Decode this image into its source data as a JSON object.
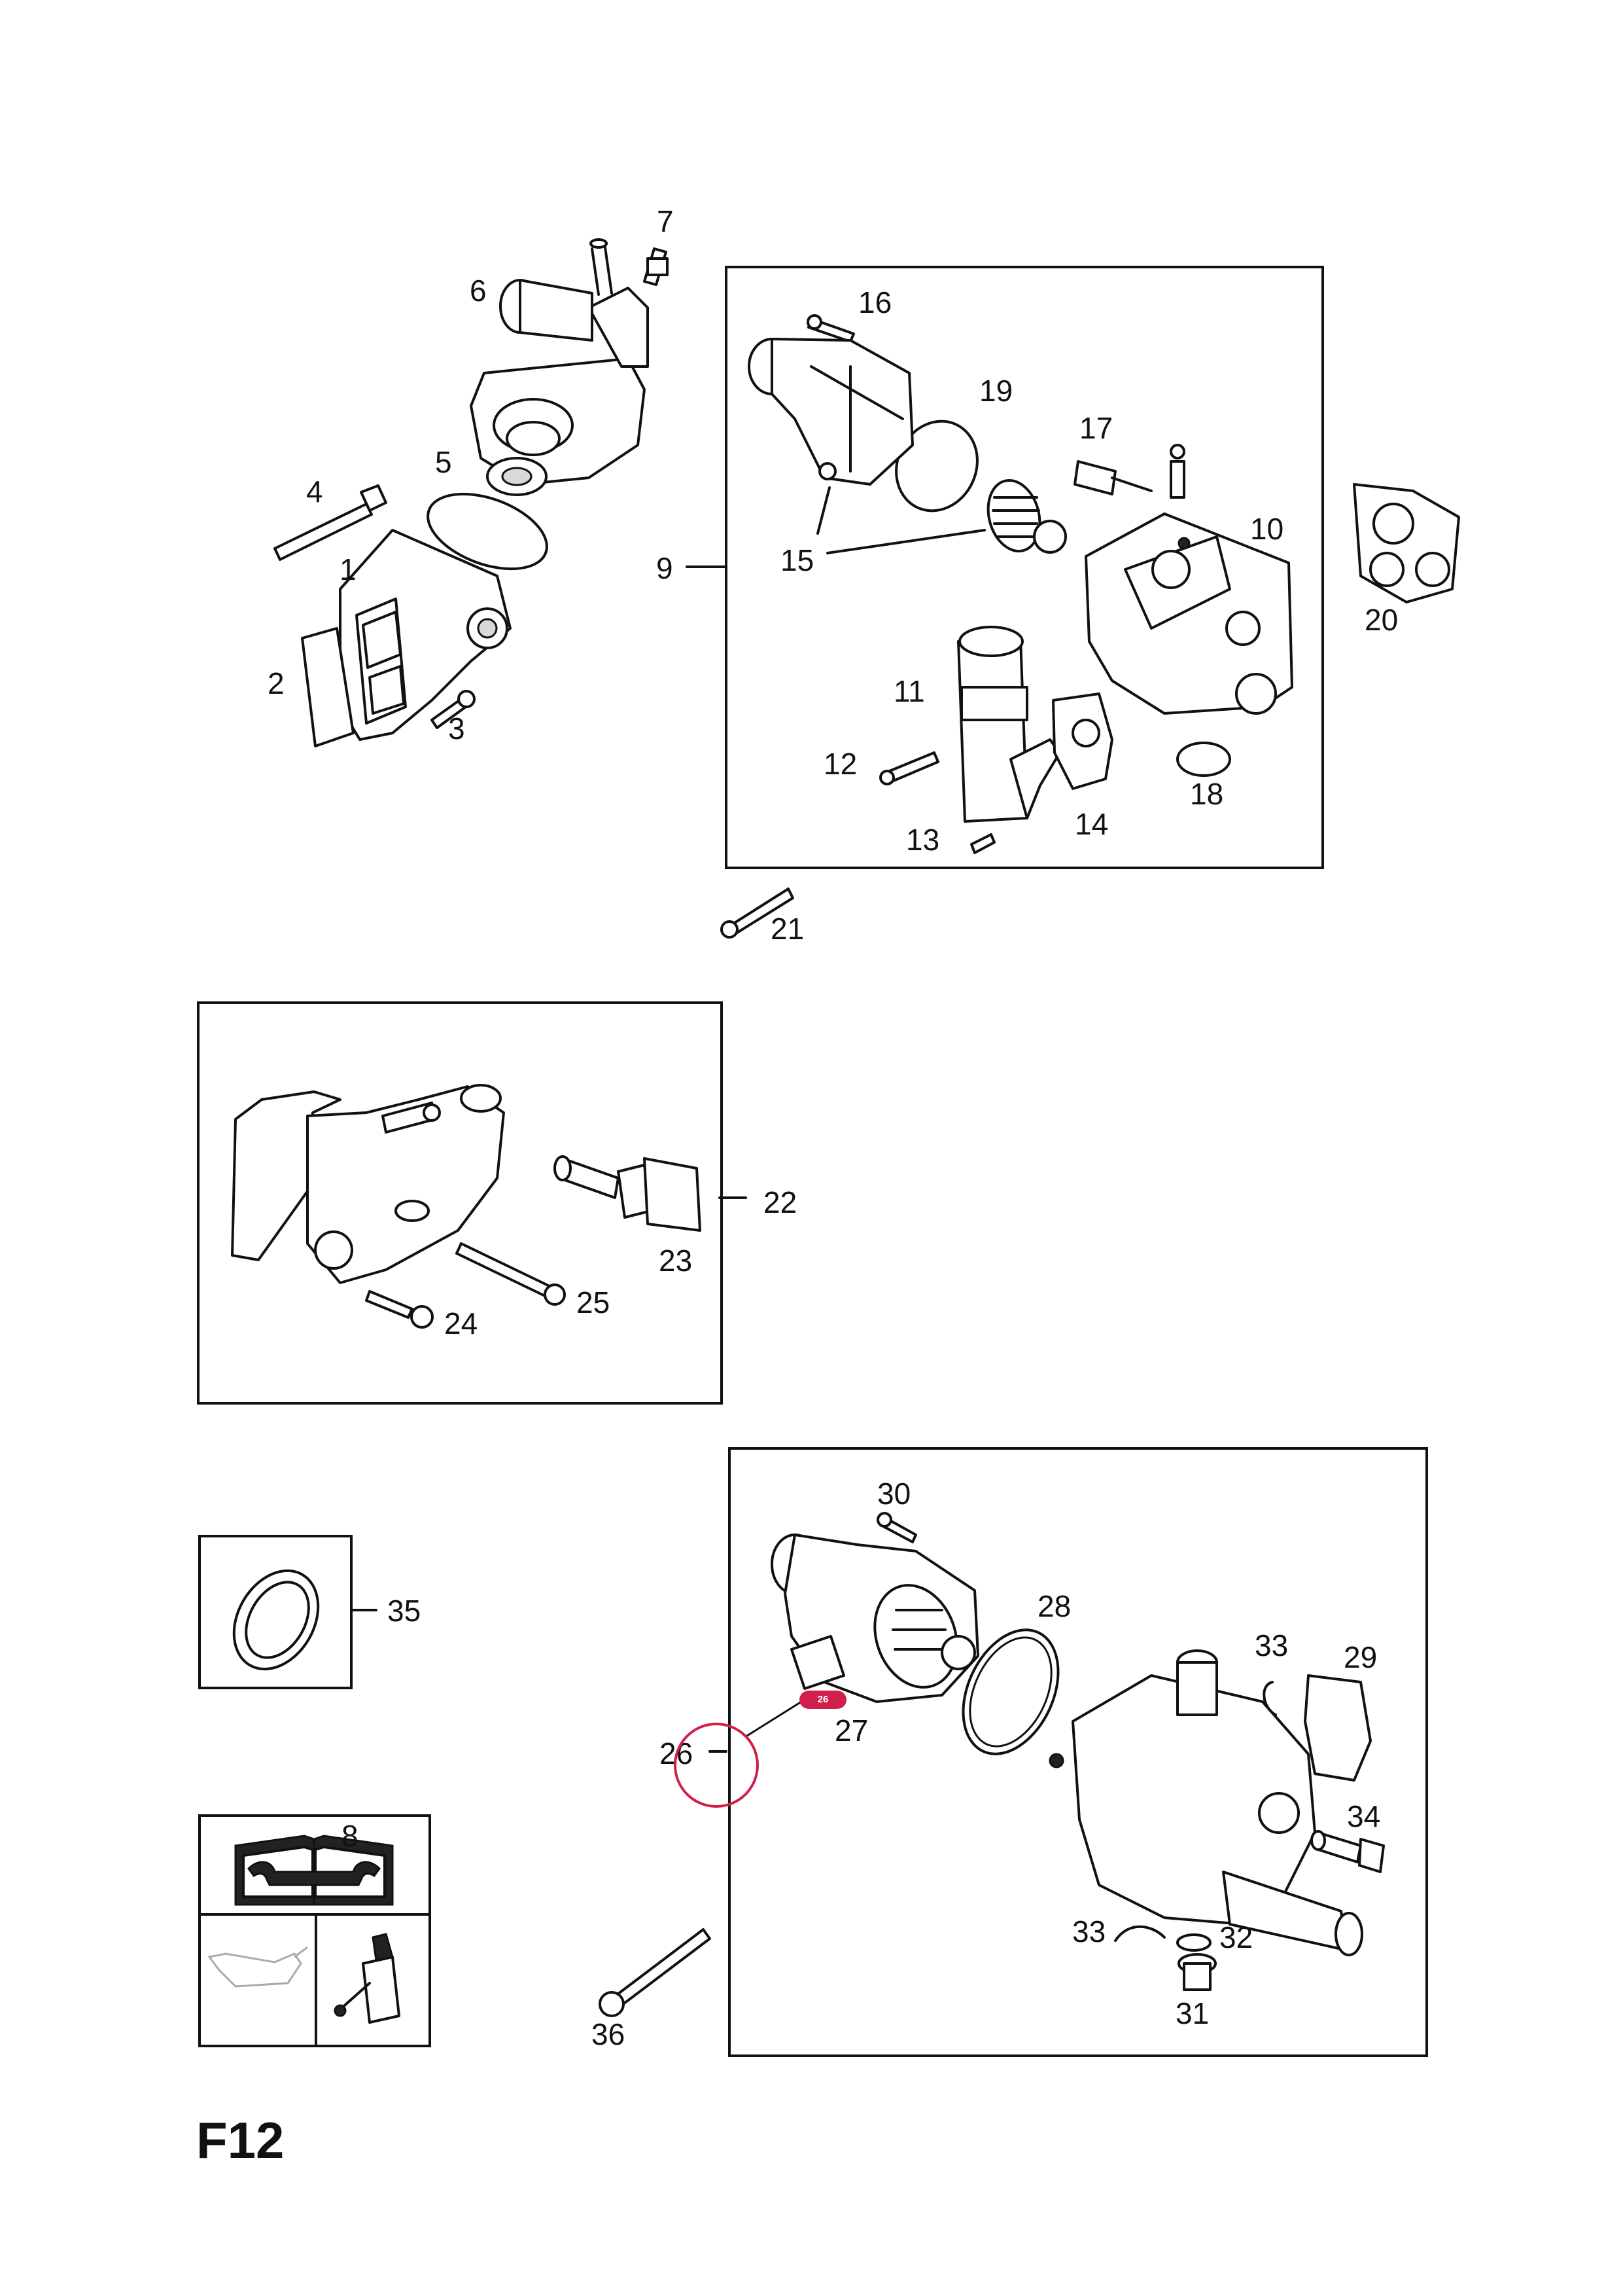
{
  "diagram_code": "F12",
  "callouts": {
    "c1": "1",
    "c2": "2",
    "c3": "3",
    "c4": "4",
    "c5": "5",
    "c6": "6",
    "c7": "7",
    "c8": "8",
    "c9": "9",
    "c10": "10",
    "c11": "11",
    "c12": "12",
    "c13": "13",
    "c14": "14",
    "c15": "15",
    "c16": "16",
    "c17": "17",
    "c18": "18",
    "c19": "19",
    "c20": "20",
    "c21": "21",
    "c22": "22",
    "c23": "23",
    "c24": "24",
    "c25": "25",
    "c26": "26",
    "c27": "27",
    "c28": "28",
    "c29": "29",
    "c30": "30",
    "c31": "31",
    "c32": "32",
    "c33a": "33",
    "c33b": "33",
    "c34": "34",
    "c35": "35",
    "c36": "36"
  },
  "selected_badge": "26",
  "colors": {
    "highlight": "#d11f4b",
    "line": "#111111"
  }
}
